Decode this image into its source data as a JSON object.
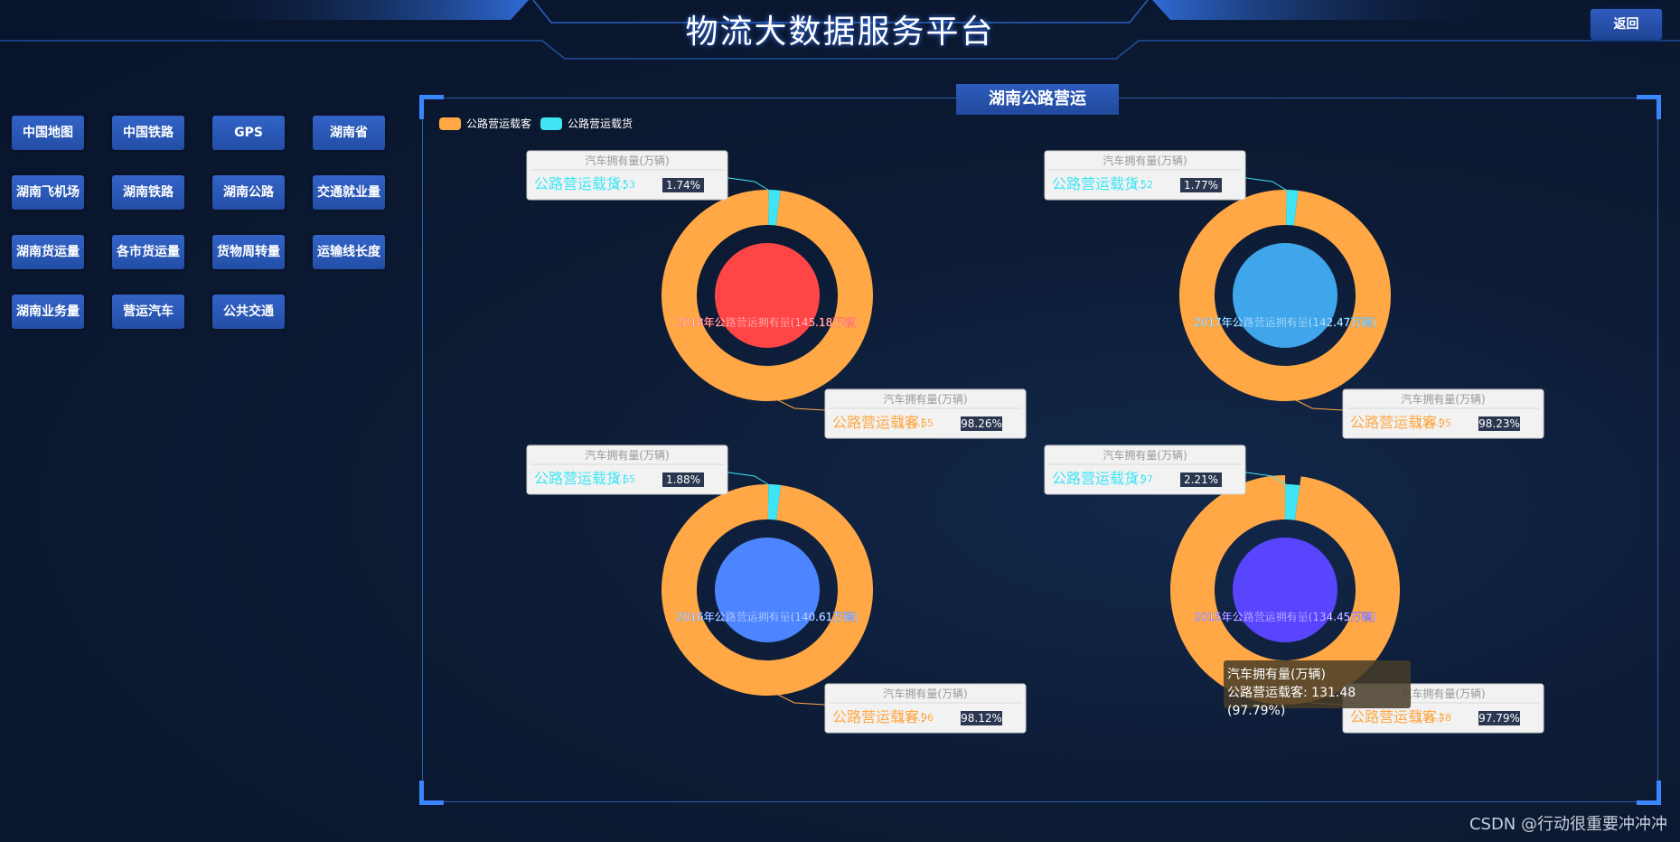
{
  "header": {
    "title": "物流大数据服务平台",
    "back_label": "返回"
  },
  "nav": {
    "items": [
      "中国地图",
      "中国铁路",
      "GPS",
      "湖南省",
      "湖南飞机场",
      "湖南铁路",
      "湖南公路",
      "交通就业量",
      "湖南货运量",
      "各市货运量",
      "货物周转量",
      "运输线长度",
      "湖南业务量",
      "营运汽车",
      "公共交通"
    ]
  },
  "panel": {
    "title": "湖南公路营运"
  },
  "legend": {
    "items": [
      {
        "label": "公路营运载客",
        "color": "#ffa845"
      },
      {
        "label": "公路营运载货",
        "color": "#3fe5f5"
      }
    ]
  },
  "chart_data": [
    {
      "type": "pie",
      "center_label": "2018年公路营运拥有量(145.18万辆)",
      "center_color": "#ff4545",
      "label_header": "汽车拥有量(万辆)",
      "series": [
        {
          "name": "公路营运载客",
          "value": 142.65,
          "percent": "98.26%"
        },
        {
          "name": "公路营运载货",
          "value": 2.53,
          "percent": "1.74%"
        }
      ]
    },
    {
      "type": "pie",
      "center_label": "2017年公路营运拥有量(142.47万辆)",
      "center_color": "#3fa6ec",
      "label_header": "汽车拥有量(万辆)",
      "series": [
        {
          "name": "公路营运载客",
          "value": 139.95,
          "percent": "98.23%"
        },
        {
          "name": "公路营运载货",
          "value": 2.52,
          "percent": "1.77%"
        }
      ]
    },
    {
      "type": "pie",
      "center_label": "2016年公路营运拥有量(140.61万辆)",
      "center_color": "#4d84ff",
      "label_header": "汽车拥有量(万辆)",
      "series": [
        {
          "name": "公路营运载客",
          "value": 137.96,
          "percent": "98.12%"
        },
        {
          "name": "公路营运载货",
          "value": 2.65,
          "percent": "1.88%"
        }
      ]
    },
    {
      "type": "pie",
      "center_label": "2015年公路营运拥有量(134.45万辆)",
      "center_color": "#5a45ff",
      "label_header": "汽车拥有量(万辆)",
      "series": [
        {
          "name": "公路营运载客",
          "value": 131.48,
          "percent": "97.79%"
        },
        {
          "name": "公路营运载货",
          "value": 2.97,
          "percent": "2.21%"
        }
      ]
    }
  ],
  "tooltip": {
    "header": "汽车拥有量(万辆)",
    "text": "公路营运载客: 131.48 (97.79%)"
  },
  "watermark": "CSDN @行动很重要冲冲冲",
  "colors": {
    "passenger": "#ffa845",
    "freight": "#3fe5f5",
    "label_bg": "#f2f2f2",
    "badge_bg": "#2b3650"
  }
}
